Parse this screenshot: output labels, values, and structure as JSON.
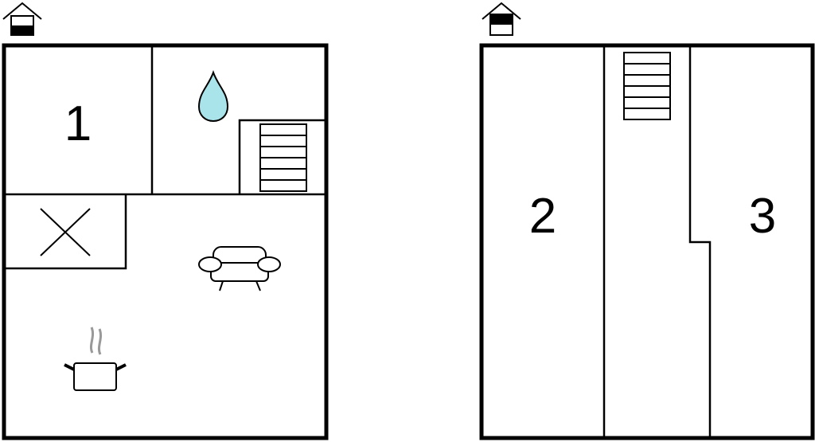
{
  "floors": [
    {
      "icon": "house-ground-floor-icon",
      "rooms": [
        {
          "label": "1",
          "type": "bedroom"
        },
        {
          "type": "bathroom",
          "icon": "water-drop-icon"
        },
        {
          "type": "staircase",
          "icon": "stairs-icon"
        },
        {
          "type": "void",
          "icon": "cross-icon"
        },
        {
          "type": "living-room",
          "icon": "sofa-icon"
        },
        {
          "type": "kitchen",
          "icon": "cooking-pot-icon"
        }
      ]
    },
    {
      "icon": "house-upper-floor-icon",
      "rooms": [
        {
          "label": "2",
          "type": "bedroom"
        },
        {
          "type": "staircase",
          "icon": "stairs-icon"
        },
        {
          "label": "3",
          "type": "bedroom"
        }
      ]
    }
  ],
  "colors": {
    "wall": "#000000",
    "water": "#a8e4ea",
    "steam": "#999999",
    "background": "#ffffff"
  }
}
